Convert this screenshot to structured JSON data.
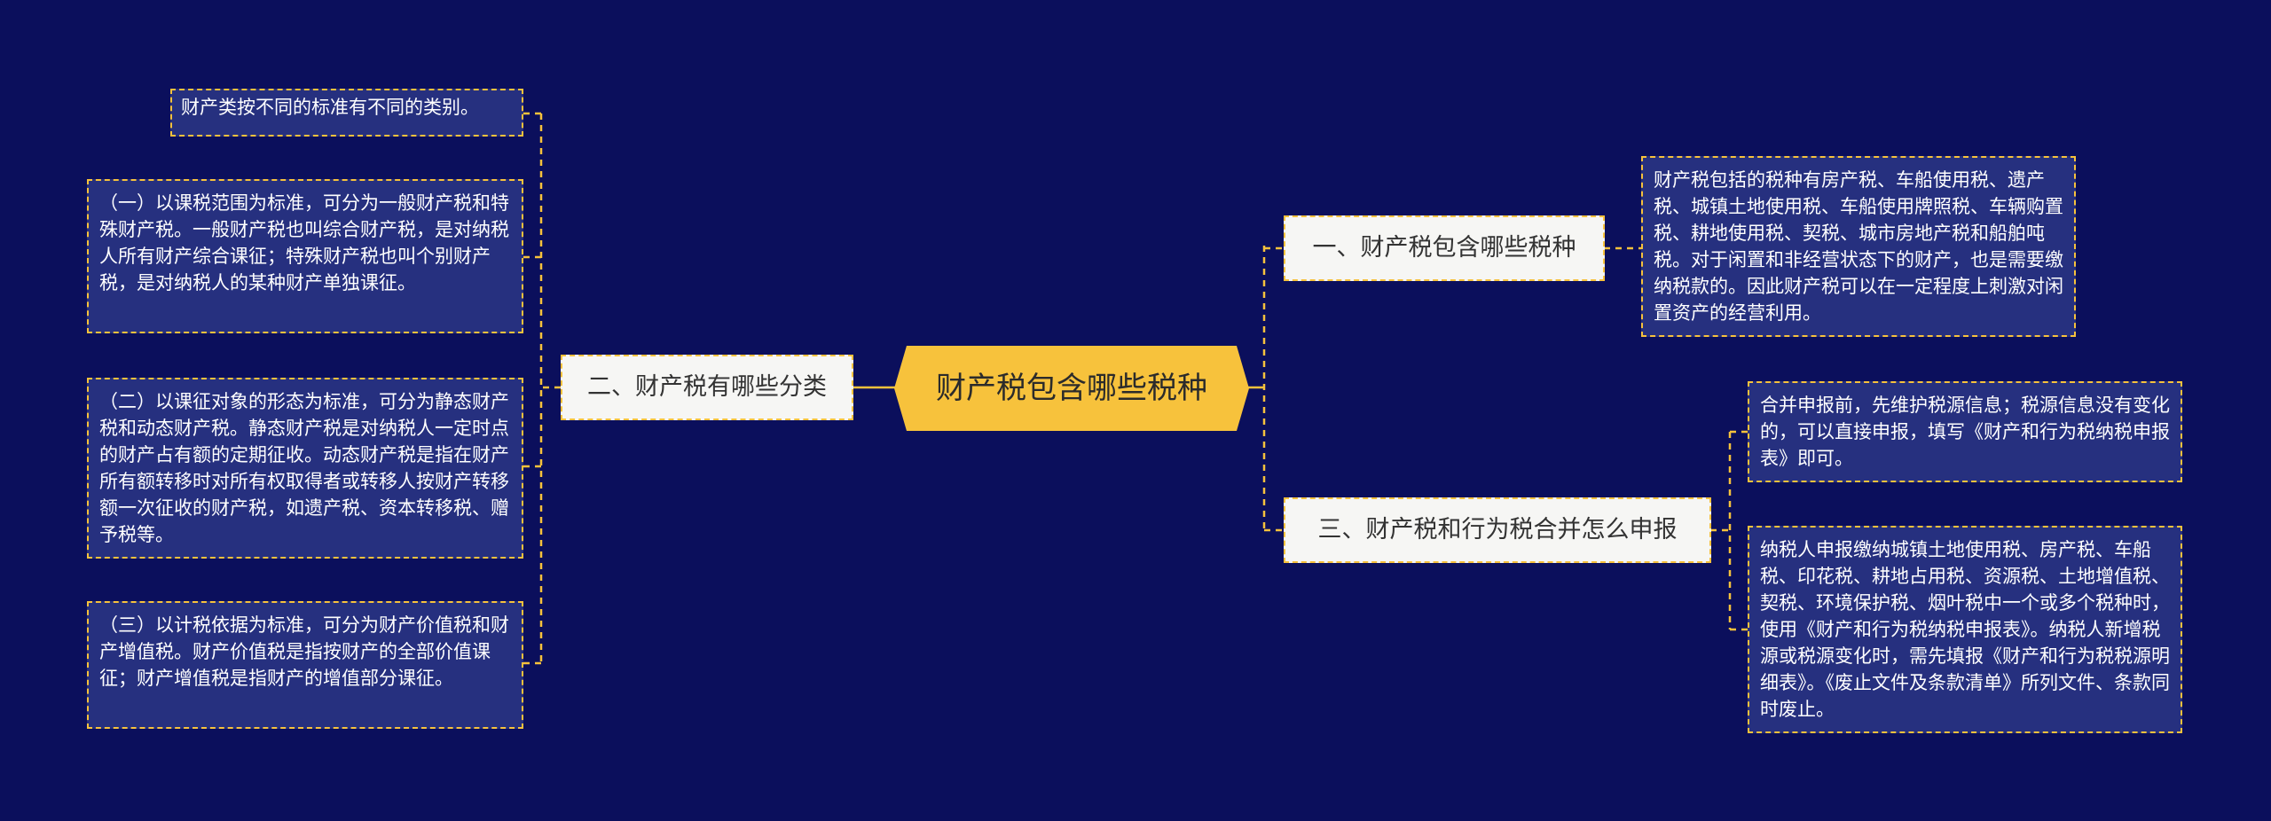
{
  "colors": {
    "background": "#0b0f5c",
    "center_fill": "#f7c23c",
    "branch_fill": "#f6f6f4",
    "leaf_fill": "#26307f",
    "connector": "#f7c23c"
  },
  "center": {
    "label": "财产税包含哪些税种"
  },
  "branches": {
    "b1": {
      "label": "一、财产税包含哪些税种"
    },
    "b2": {
      "label": "二、财产税有哪些分类"
    },
    "b3": {
      "label": "三、财产税和行为税合并怎么申报"
    }
  },
  "leaves": {
    "b1_l1": "财产税包括的税种有房产税、车船使用税、遗产税、城镇土地使用税、车船使用牌照税、车辆购置税、耕地使用税、契税、城市房地产税和船舶吨税。对于闲置和非经营状态下的财产，也是需要缴纳税款的。因此财产税可以在一定程度上刺激对闲置资产的经营利用。",
    "b2_l1": "财产类按不同的标准有不同的类别。",
    "b2_l2": "（一）以课税范围为标准，可分为一般财产税和特殊财产税。一般财产税也叫综合财产税，是对纳税人所有财产综合课征；特殊财产税也叫个别财产税，是对纳税人的某种财产单独课征。",
    "b2_l3": "（二）以课征对象的形态为标准，可分为静态财产税和动态财产税。静态财产税是对纳税人一定时点的财产占有额的定期征收。动态财产税是指在财产所有额转移时对所有权取得者或转移人按财产转移额一次征收的财产税，如遗产税、资本转移税、赠予税等。",
    "b2_l4": "（三）以计税依据为标准，可分为财产价值税和财产增值税。财产价值税是指按财产的全部价值课征；财产增值税是指财产的增值部分课征。",
    "b3_l1": "合并申报前，先维护税源信息；税源信息没有变化的，可以直接申报，填写《财产和行为税纳税申报表》即可。",
    "b3_l2": "纳税人申报缴纳城镇土地使用税、房产税、车船税、印花税、耕地占用税、资源税、土地增值税、契税、环境保护税、烟叶税中一个或多个税种时，使用《财产和行为税纳税申报表》。纳税人新增税源或税源变化时，需先填报《财产和行为税税源明细表》。《废止文件及条款清单》所列文件、条款同时废止。"
  }
}
